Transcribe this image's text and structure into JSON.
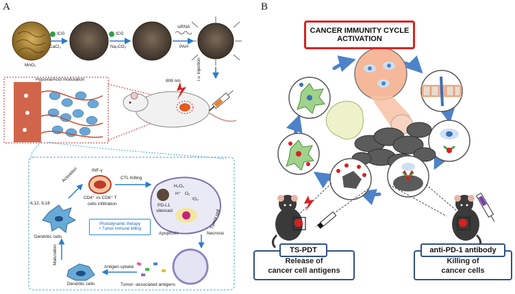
{
  "panel_a": {
    "letter": "A",
    "synthesis": {
      "mno2": "MnO₂",
      "icg1": "ICG",
      "cacl2": "CaCl₂",
      "icg2": "ICG",
      "na2co3": "Na₂CO₃",
      "sirna": "siRNA",
      "pah": "PAH"
    },
    "hypoxia": "Hypoxia/Acid  modulation",
    "laser": "808 nm",
    "injection": "i.v. injection",
    "cycle": {
      "inf": "INF-γ",
      "cd_line1": "CD4⁺ vs CD8⁺ T",
      "cd_line2": "cells infiltration",
      "ctl": "CTL Killing",
      "activation": "Activation",
      "il": "IL12, IL18",
      "dendritic1": "Dendritic cells",
      "pdl1_1": "PD-L1",
      "pdl1_2": "silenced",
      "h2o2": "H₂O₂",
      "h": "H⁺",
      "o2": "O₂",
      "singlet": "¹O₂",
      "tumor_cell": "Tumor cell",
      "pdt_1": "Photodynamic therapy",
      "pdt_2": "+ Tumor immune killing",
      "apoptosis": "Apoptosis",
      "necrosis": "Necrosis",
      "maturation": "Maturation",
      "antigen_uptake": "Antigen uptake",
      "dendritic2": "Dendritic cells",
      "tumor_antigens": "Tumor -associated antigens"
    }
  },
  "panel_b": {
    "letter": "B",
    "title_1": "CANCER IMMUNITY CYCLE",
    "title_2": "ACTIVATION",
    "left_head": "TS-PDT",
    "left_1": "Release of",
    "left_2": "cancer cell antigens",
    "right_head": "anti-PD-1 antibody",
    "right_1": "Killing of",
    "right_2": "cancer cells"
  },
  "colors": {
    "cycle_arrow": "#4d82c9",
    "title_border": "#d9201f",
    "box_border": "#2f4f86",
    "dashed_blue": "#3fa6dc",
    "dashed_red": "#d9201f"
  }
}
